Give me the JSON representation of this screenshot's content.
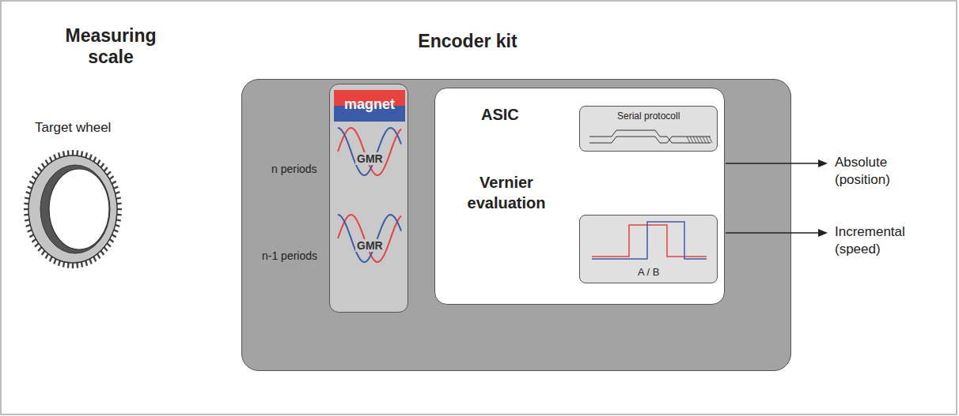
{
  "diagram": {
    "nodes": [
      {
        "text": [
          "Encoder kit"
        ]
      },
      {
        "text": [
          "GMR",
          "GMR"
        ],
        "in": 0
      },
      {
        "text": [
          "magnet"
        ],
        "in": 1
      },
      {
        "text": [
          "ASIC",
          "Vernier evaluation"
        ],
        "in": 0
      },
      {
        "text": [
          "Serial protocoll"
        ],
        "in": 3
      },
      {
        "text": [
          "A / B"
        ],
        "in": 3
      }
    ],
    "labels": [
      "Measuring scale",
      "Target wheel",
      "n periods",
      "n-1 periods",
      "Absolute (position)",
      "Incremental (speed)"
    ]
  }
}
